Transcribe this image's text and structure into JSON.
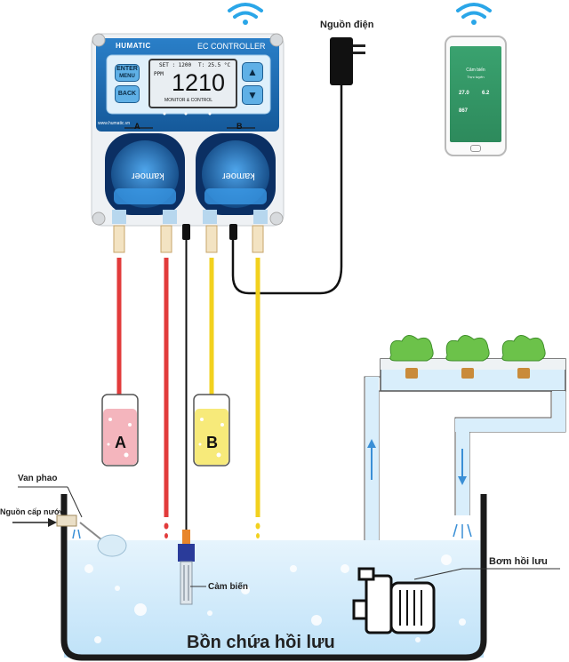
{
  "controller": {
    "brand": "HUMATIC",
    "title": "EC CONTROLLER",
    "website": "www.humatic.vn",
    "buttons": {
      "enter": "ENTER",
      "menu": "MENU",
      "back": "BACK"
    },
    "display": {
      "set_label": "SET : 1200",
      "temp_label": "T: 25.5 °C",
      "unit": "PPM",
      "value": "1210",
      "mode": "MONITOR & CONTROL"
    },
    "channel_a": "A",
    "channel_b": "B",
    "pump_brand": "kamoer"
  },
  "labels": {
    "power": "Nguồn điện",
    "float_valve": "Van phao",
    "water_supply": "Nguồn cấp nước",
    "sensor": "Cảm biến",
    "return_pump": "Bơm hồi lưu",
    "tank": "Bồn chứa hồi lưu",
    "beaker_a": "A",
    "beaker_b": "B"
  },
  "phone": {
    "screen_title": "Cảm biến",
    "screen_subtitle": "Trực tuyến",
    "values": [
      "27.0",
      "6.2",
      "867"
    ]
  },
  "colors": {
    "controller_blue": "#1c6fb8",
    "solution_a": "#e23b3b",
    "solution_b": "#f2d11e",
    "water": "#d9eefb",
    "pipe_blue": "#3a8fd6",
    "lettuce": "#6cc24a"
  }
}
